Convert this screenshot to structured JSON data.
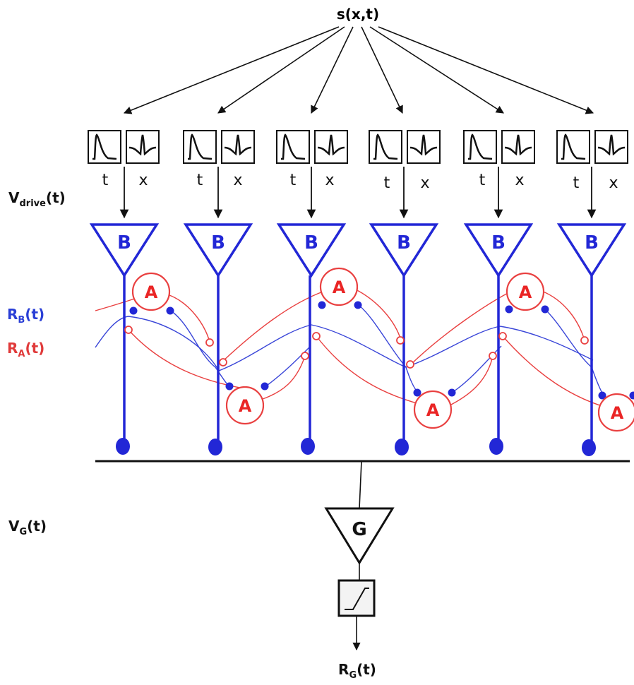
{
  "stimulus": {
    "label": "s(x,t)"
  },
  "filters": {
    "temporal_label": "t",
    "spatial_label": "x",
    "count": 6
  },
  "left_labels": {
    "vdrive": {
      "main": "V",
      "sub": "drive",
      "tail": "(t)"
    },
    "rb": {
      "main": "R",
      "sub": "B",
      "tail": "(t)"
    },
    "ra": {
      "main": "R",
      "sub": "A",
      "tail": "(t)"
    },
    "vg": {
      "main": "V",
      "sub": "G",
      "tail": "(t)"
    }
  },
  "bipolar": {
    "label": "B"
  },
  "amacrine": {
    "label": "A"
  },
  "ganglion": {
    "label": "G"
  },
  "output": {
    "main": "R",
    "sub": "G",
    "tail": "(t)"
  },
  "colors": {
    "bipolar": "#2227d6",
    "amacrine": "#ea2525",
    "ink": "#111111"
  }
}
